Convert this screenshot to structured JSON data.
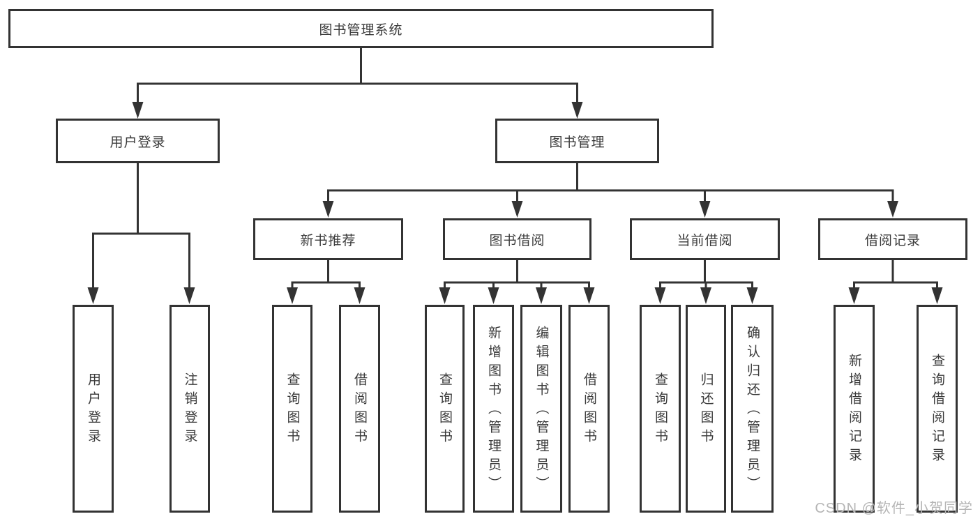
{
  "diagram": {
    "root": {
      "label": "图书管理系统"
    },
    "branches": [
      {
        "label": "用户登录",
        "children": [
          "用户登录",
          "注销登录"
        ]
      },
      {
        "label": "图书管理",
        "modules": [
          {
            "label": "新书推荐",
            "children": [
              "查询图书",
              "借阅图书"
            ]
          },
          {
            "label": "图书借阅",
            "children": [
              "查询图书",
              "新增图书（管理员）",
              "编辑图书（管理员）",
              "借阅图书"
            ]
          },
          {
            "label": "当前借阅",
            "children": [
              "查询图书",
              "归还图书",
              "确认归还（管理员）"
            ]
          },
          {
            "label": "借阅记录",
            "children": [
              "新增借阅记录",
              "查询借阅记录"
            ]
          }
        ]
      }
    ]
  },
  "watermark": {
    "text": "CSDN @软件_小贺同学",
    "color": "#b5b5b5"
  },
  "colors": {
    "line": "#333333",
    "box_border": "#333333",
    "text": "#3a3a3a",
    "background": "#ffffff"
  }
}
